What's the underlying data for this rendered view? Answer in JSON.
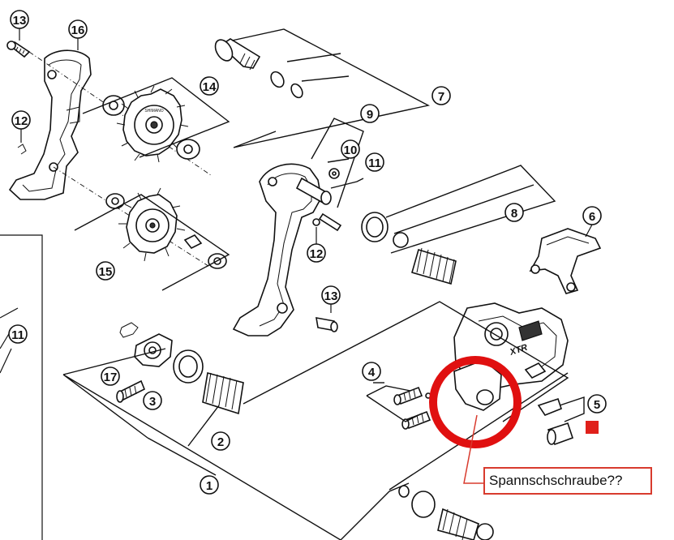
{
  "diagram": {
    "part_numbers": {
      "p1": "1",
      "p2": "2",
      "p3": "3",
      "p4": "4",
      "p5": "5",
      "p6": "6",
      "p7": "7",
      "p8": "8",
      "p9": "9",
      "p10": "10",
      "p11": "11",
      "p12a": "12",
      "p12b": "12",
      "p13a": "13",
      "p13b": "13",
      "p14": "14",
      "p15": "15",
      "p16": "16",
      "p17": "17",
      "p11left": "11"
    },
    "annotation_text": "Spannschschraube??",
    "colors": {
      "annotation_circle": "#e01010",
      "annotation_box_border": "#d83b2e",
      "marker_square": "#e0201a",
      "line_art": "#111111"
    }
  }
}
